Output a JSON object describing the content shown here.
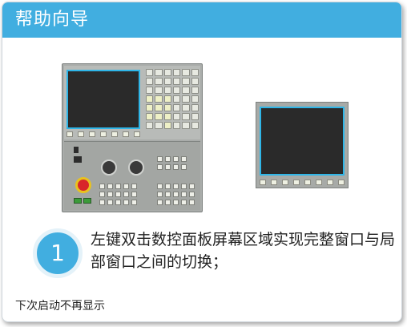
{
  "dialog": {
    "title": "帮助向导",
    "accent_color": "#41aee0"
  },
  "step": {
    "number": "1",
    "instruction": "左键双击数控面板屏幕区域实现完整窗口与局部窗口之间的切换；"
  },
  "footer": {
    "dont_show_label": "下次启动不再显示"
  },
  "icons": {
    "full_panel": "cnc-control-panel-icon",
    "screen_only": "cnc-screen-icon"
  }
}
